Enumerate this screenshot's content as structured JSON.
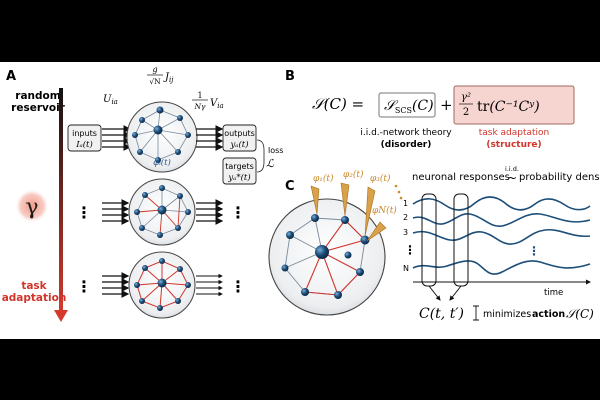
{
  "panels": {
    "a": "A",
    "b": "B",
    "c": "C"
  },
  "panel_a": {
    "top_label_1": "random",
    "top_label_2": "reservoir",
    "bottom_label_1": "task",
    "bottom_label_2": "adaptation",
    "gamma": "γ",
    "weight_in": "U",
    "weight_in_sub": "ia",
    "weight_rec_num": "g",
    "weight_rec_den": "√N",
    "weight_rec_J": "J",
    "weight_rec_sub": "ij",
    "weight_out_num": "1",
    "weight_out_den": "Nγ",
    "weight_out_V": "V",
    "weight_out_sub": "ia",
    "inputs_label": "inputs",
    "inputs_var": "Iₐ(t)",
    "outputs_label": "outputs",
    "outputs_var": "yₐ(t)",
    "targets_label": "targets",
    "targets_var": "yₐ*(t)",
    "loss_label": "loss",
    "loss_symbol": "ℒ",
    "neuron_var": "φᵢ(t)",
    "dots": "⋮"
  },
  "panel_b": {
    "lhs": "𝒮(C) =",
    "term1": "𝒮",
    "term1_sub": "SCS",
    "term1_arg": "(C)",
    "plus": "+",
    "term2_num": "γ²",
    "term2_den": "2",
    "term2_tr": "tr",
    "term2_arg": "(C⁻¹Cʸ)",
    "caption1_line1": "i.i.d.-network theory",
    "caption1_line2": "(disorder)",
    "caption2_line1": "task adaptation",
    "caption2_line2": "(structure)"
  },
  "panel_c": {
    "phi1": "φ₁(t)",
    "phi2": "φ₂(t)",
    "phi3": "φ₃(t)",
    "phiN": "φN(t)",
    "responses_title": "neuronal responses",
    "iid": "i.i.d.",
    "tilde": "~",
    "density": "probability density",
    "tick1": "1",
    "tick2": "2",
    "tick3": "3",
    "tickN": "N",
    "tick_dots": "⋮",
    "time_label": "time",
    "corr": "C(t, t′)",
    "minimizes": "minimizes",
    "action": "action",
    "action_sym": "𝒮(C)"
  },
  "colors": {
    "node": "#1f4e79",
    "edge_red": "#d0352b",
    "edge_gray": "#7a8a9a",
    "trace": "#1d4f7a",
    "orange": "#c9892c",
    "pink_bg": "#f6d5d0"
  }
}
